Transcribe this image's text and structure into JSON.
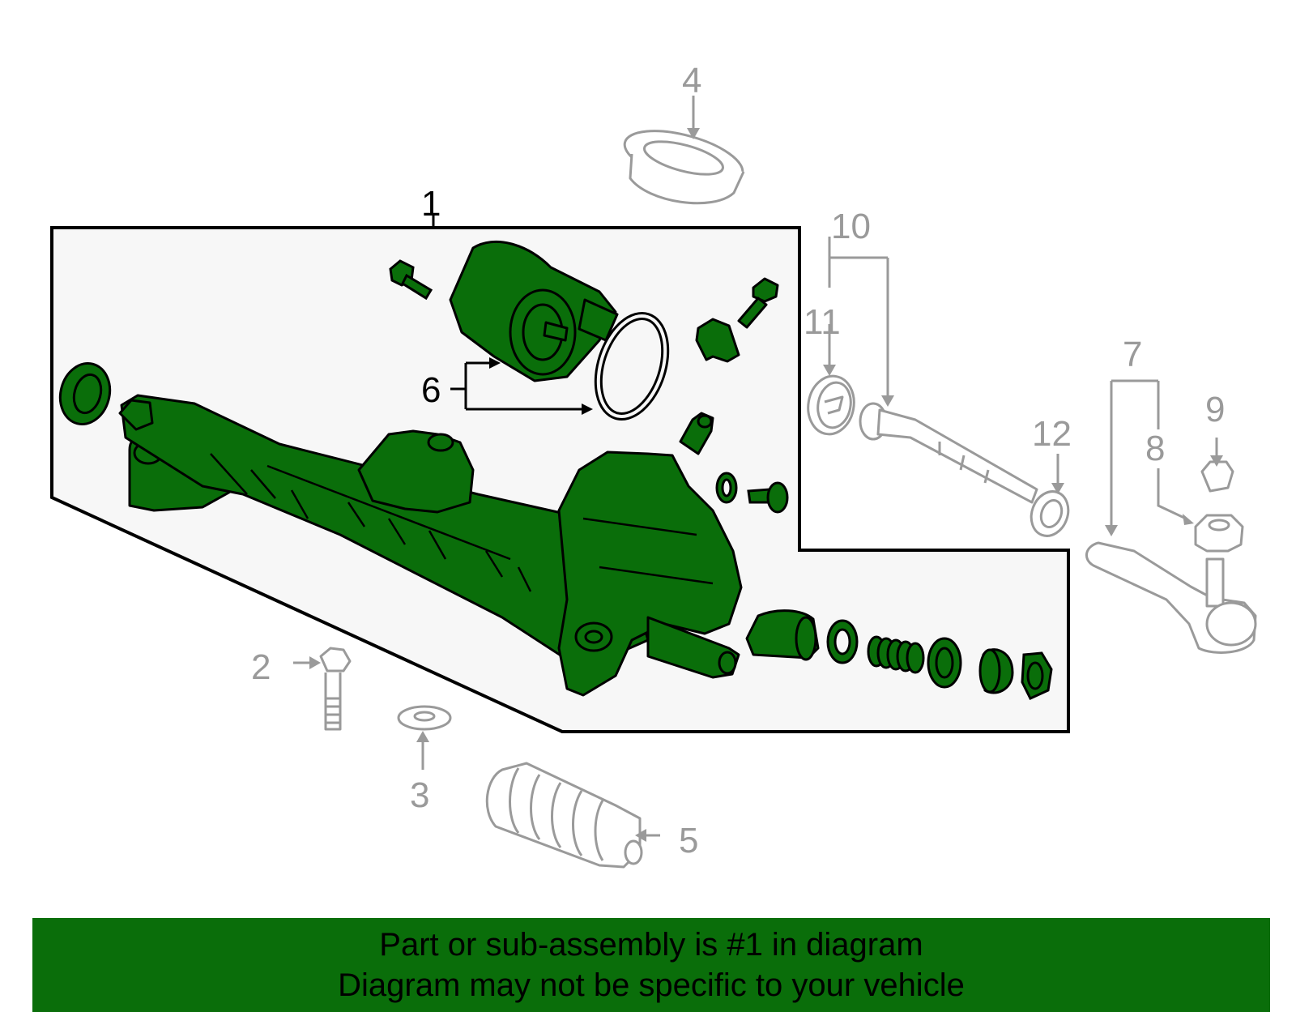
{
  "callouts": {
    "c1": "1",
    "c2": "2",
    "c3": "3",
    "c4": "4",
    "c5": "5",
    "c6": "6",
    "c7": "7",
    "c8": "8",
    "c9": "9",
    "c10": "10",
    "c11": "11",
    "c12": "12"
  },
  "banner": {
    "line1": "Part or sub-assembly is #1 in diagram",
    "line2": "Diagram may not be specific to your vehicle"
  },
  "colors": {
    "highlight": "#0a6e0a",
    "outline": "#000000",
    "secondary": "#9a9a9a",
    "panel": "#f7f7f7"
  }
}
